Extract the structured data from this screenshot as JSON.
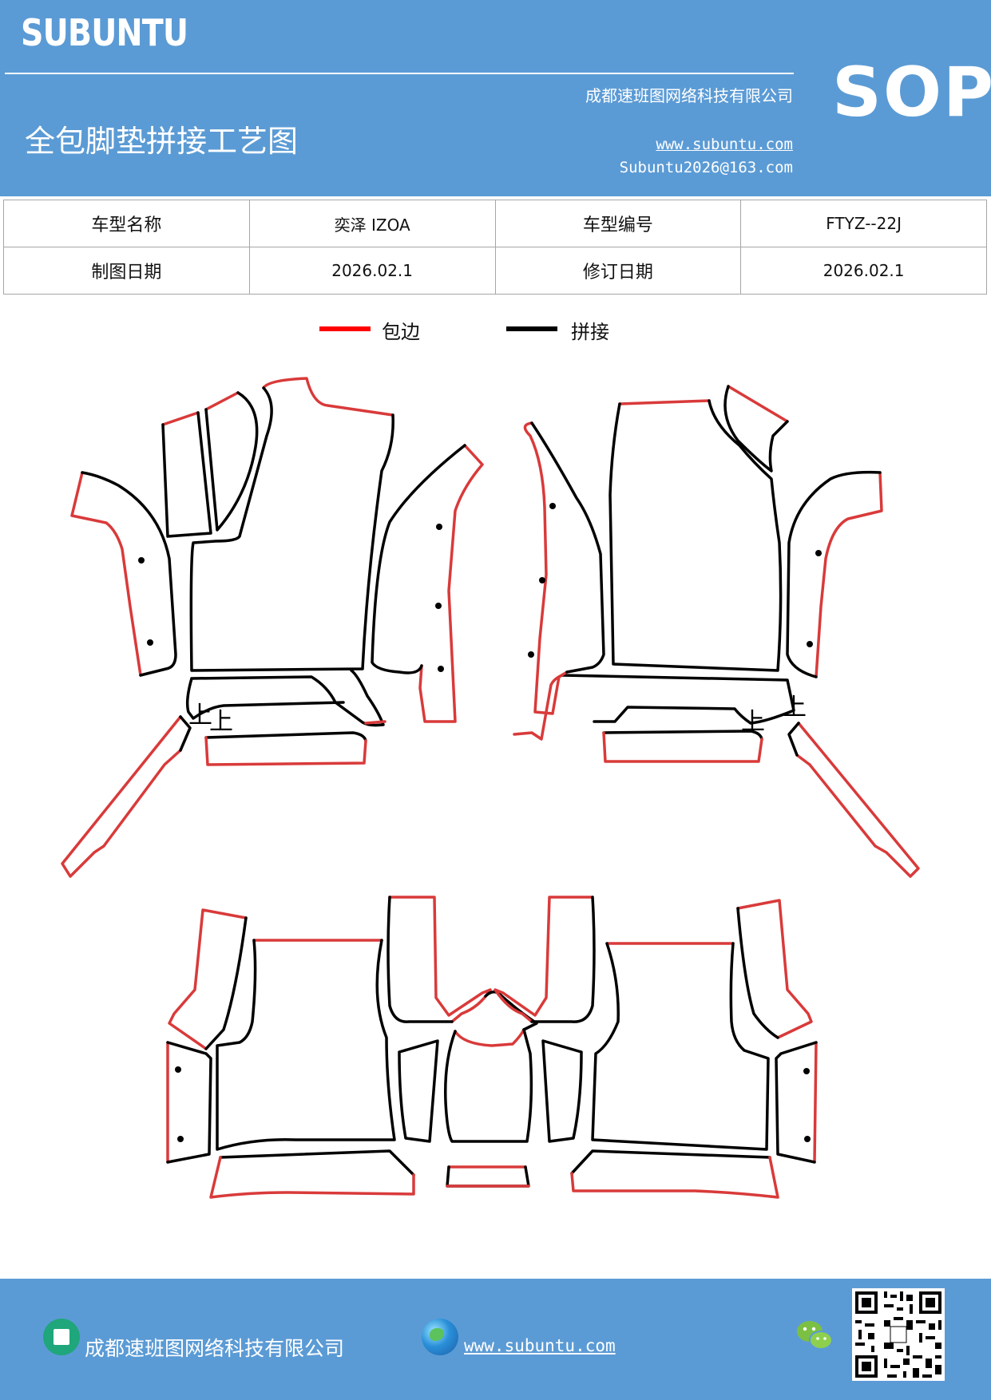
{
  "header": {
    "logo": "SUBUNTU",
    "company": "成都速班图网络科技有限公司",
    "title": "全包脚垫拼接工艺图",
    "website": "www.subuntu.com",
    "email": "Subuntu2026@163.com",
    "badge": "SOP"
  },
  "info_table": {
    "model_name_label": "车型名称",
    "model_name_value": "奕泽 IZOA",
    "model_code_label": "车型编号",
    "model_code_value": "FTYZ--22J",
    "draw_date_label": "制图日期",
    "draw_date_value": "2026.02.1",
    "revise_date_label": "修订日期",
    "revise_date_value": "2026.02.1"
  },
  "legend": {
    "edge_label": "包边",
    "edge_color": "#ff0000",
    "splice_label": "拼接",
    "splice_color": "#000000"
  },
  "diagram": {
    "up_mark": "上"
  },
  "footer": {
    "company": "成都速班图网络科技有限公司",
    "website": "www.subuntu.com",
    "icons": [
      "building-icon",
      "globe-icon",
      "wechat-icon",
      "qr-code"
    ]
  }
}
